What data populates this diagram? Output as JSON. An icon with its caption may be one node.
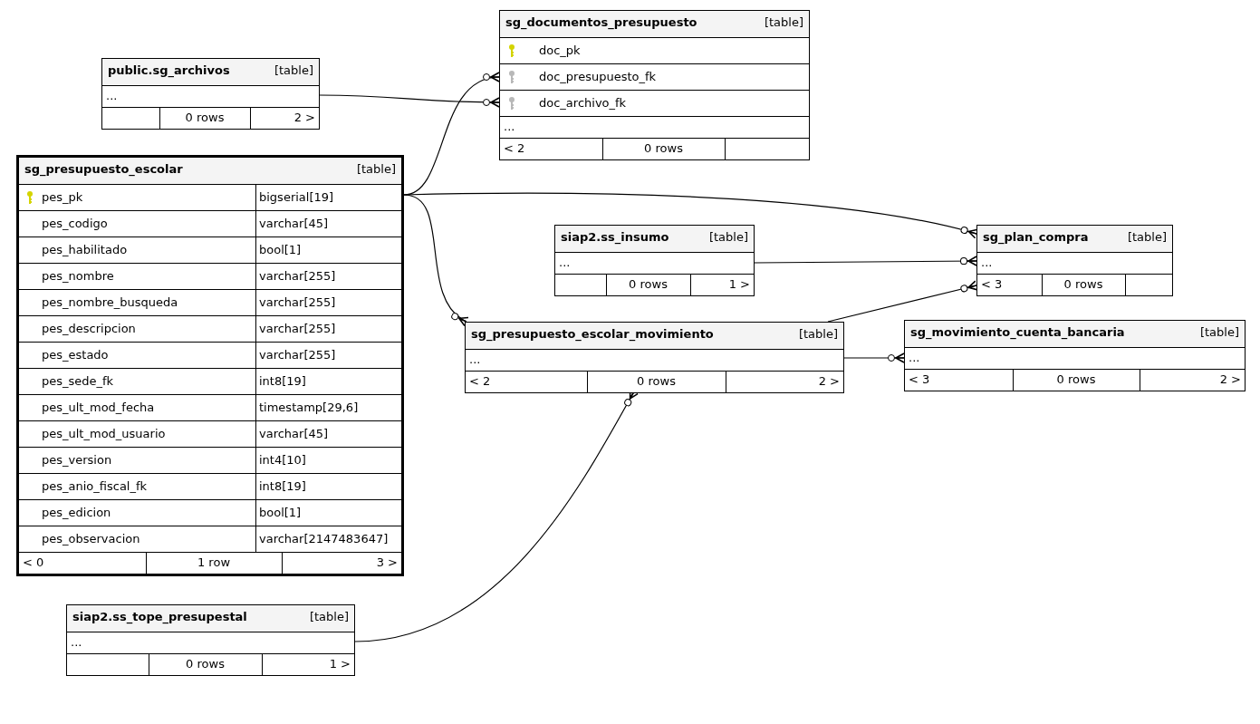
{
  "diagram": {
    "nodes": [
      {
        "text": [
          "sg_documentos_presupuesto",
          "[table]",
          "doc_pk",
          "doc_presupuesto_fk",
          "doc_archivo_fk",
          "...",
          "< 2",
          "0 rows"
        ]
      },
      {
        "text": [
          "public.sg_archivos",
          "[table]",
          "...",
          "0 rows",
          "2 >"
        ]
      },
      {
        "text": [
          "sg_presupuesto_escolar",
          "[table]",
          "pes_pk",
          "bigserial[19]",
          "pes_codigo",
          "varchar[45]",
          "pes_habilitado",
          "bool[1]",
          "pes_nombre",
          "varchar[255]",
          "pes_nombre_busqueda",
          "varchar[255]",
          "pes_descripcion",
          "varchar[255]",
          "pes_estado",
          "varchar[255]",
          "pes_sede_fk",
          "int8[19]",
          "pes_ult_mod_fecha",
          "timestamp[29,6]",
          "pes_ult_mod_usuario",
          "varchar[45]",
          "pes_version",
          "int4[10]",
          "pes_anio_fiscal_fk",
          "int8[19]",
          "pes_edicion",
          "bool[1]",
          "pes_observacion",
          "varchar[2147483647]",
          "< 0",
          "1 row",
          "3 >"
        ]
      },
      {
        "text": [
          "siap2.ss_insumo",
          "[table]",
          "...",
          "0 rows",
          "1 >"
        ]
      },
      {
        "text": [
          "sg_plan_compra",
          "[table]",
          "...",
          "< 3",
          "0 rows"
        ]
      },
      {
        "text": [
          "sg_presupuesto_escolar_movimiento",
          "[table]",
          "...",
          "< 2",
          "0 rows",
          "2 >"
        ]
      },
      {
        "text": [
          "sg_movimiento_cuenta_bancaria",
          "[table]",
          "...",
          "< 3",
          "0 rows",
          "2 >"
        ]
      },
      {
        "text": [
          "siap2.ss_tope_presupestal",
          "[table]",
          "...",
          "0 rows",
          "1 >"
        ]
      }
    ],
    "edges": [
      {
        "from": 1,
        "to": 0,
        "arrow": "other"
      },
      {
        "from": 2,
        "to": 0,
        "arrow": "other"
      },
      {
        "from": 2,
        "to": 4,
        "arrow": "other"
      },
      {
        "from": 2,
        "to": 5,
        "arrow": "other"
      },
      {
        "from": 3,
        "to": 4,
        "arrow": "other"
      },
      {
        "from": 5,
        "to": 4,
        "arrow": "other"
      },
      {
        "from": 5,
        "to": 6,
        "arrow": "other"
      },
      {
        "from": 7,
        "to": 5,
        "arrow": "other"
      }
    ]
  }
}
